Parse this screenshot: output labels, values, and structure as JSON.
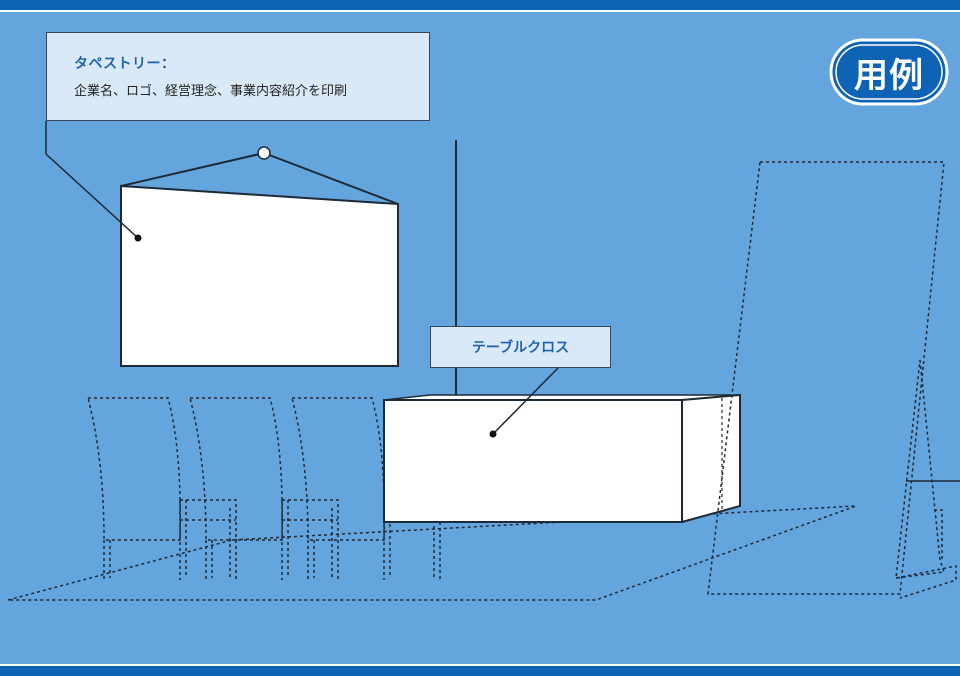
{
  "badge": {
    "label": "用例"
  },
  "callouts": {
    "tapestry": {
      "title": "タペストリー：",
      "description": "企業名、ロゴ、経営理念、事業内容紹介を印刷"
    },
    "tablecloth": {
      "title": "テーブルクロス"
    }
  },
  "colors": {
    "background": "#64a5dd",
    "frame_bar": "#0e63b4",
    "callout_fill": "#d9e9f8",
    "accent_text": "#1f63b0",
    "outline": "#1d2a38"
  }
}
